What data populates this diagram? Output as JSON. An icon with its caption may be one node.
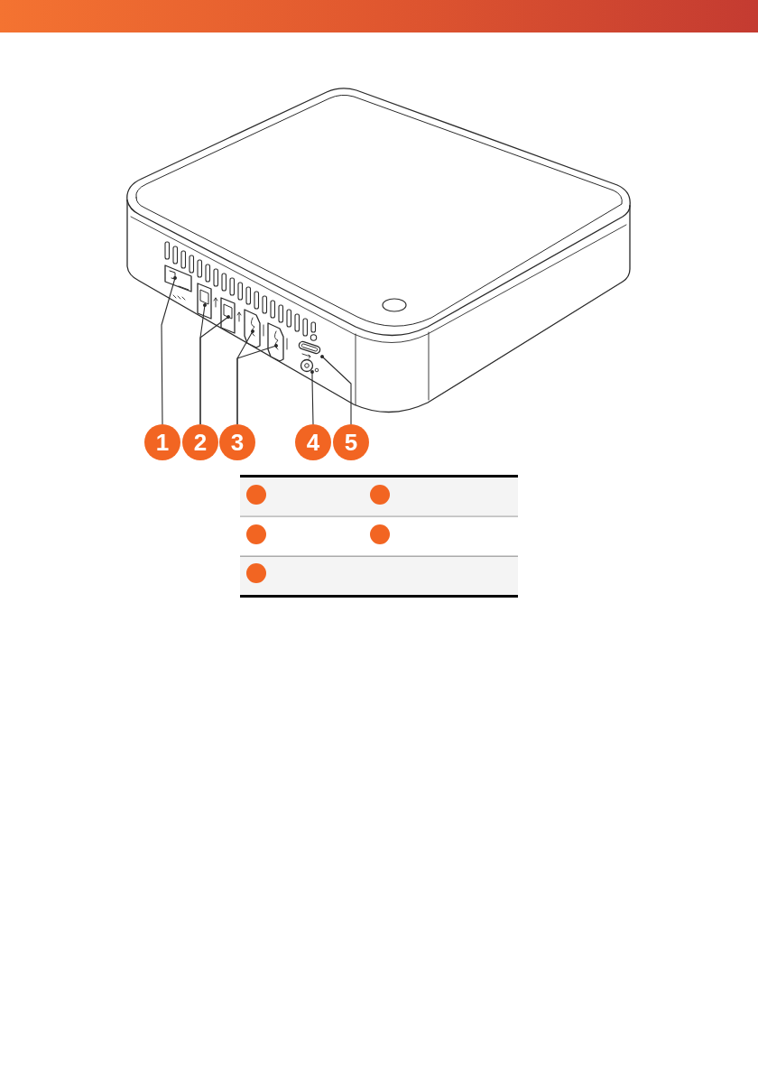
{
  "diagram": {
    "nodes": [
      {
        "text": [],
        "shape": "picture"
      },
      {
        "text": [],
        "shape": "picture"
      },
      {
        "text": [],
        "shape": "picture"
      },
      {
        "text": [],
        "shape": "picture"
      },
      {
        "text": [],
        "shape": "picture"
      },
      {
        "text": [],
        "shape": "picture"
      },
      {
        "text": [],
        "shape": "picture"
      },
      {
        "text": [
          "1"
        ]
      },
      {
        "text": [
          "2"
        ]
      },
      {
        "text": [
          "3"
        ]
      },
      {
        "text": [
          "4"
        ]
      },
      {
        "text": [
          "5"
        ]
      }
    ],
    "edges": [
      {
        "from": 7,
        "to": 0,
        "arrow": "other"
      },
      {
        "from": 8,
        "to": 1,
        "arrow": "other"
      },
      {
        "from": 8,
        "to": 2,
        "arrow": "other"
      },
      {
        "from": 9,
        "to": 3,
        "arrow": "other"
      },
      {
        "from": 9,
        "to": 4,
        "arrow": "other"
      },
      {
        "from": 10,
        "to": 5,
        "arrow": "other"
      },
      {
        "from": 11,
        "to": 6,
        "arrow": "other"
      }
    ]
  }
}
